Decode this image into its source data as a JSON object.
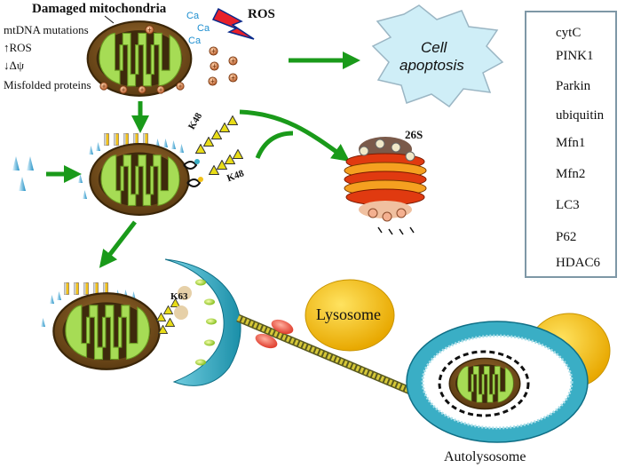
{
  "title": "Damaged mitochondria",
  "triggers": [
    "mtDNA mutations",
    "ROS",
    "Δψ",
    "Misfolded proteins"
  ],
  "ros_label": "ROS",
  "ca_label": "Ca",
  "apoptosis_label": [
    "Cell",
    "apoptosis"
  ],
  "proteasome_label": "26S",
  "k48_label": "K48",
  "k63_label": "K63",
  "lysosome_label": "Lysosome",
  "autolysosome_label": "Autolysosome",
  "legend": [
    {
      "label": "cytC",
      "icon": "cytc-icon"
    },
    {
      "label": "PINK1",
      "icon": "pink1-icon"
    },
    {
      "label": "Parkin",
      "icon": "parkin-icon"
    },
    {
      "label": "ubiquitin",
      "icon": "ubiquitin-icon"
    },
    {
      "label": "Mfn1",
      "icon": "mfn1-icon"
    },
    {
      "label": "Mfn2",
      "icon": "mfn2-icon"
    },
    {
      "label": "LC3",
      "icon": "lc3-icon"
    },
    {
      "label": "P62",
      "icon": "p62-icon"
    },
    {
      "label": "HDAC6",
      "icon": "hdac6-icon"
    }
  ],
  "colors": {
    "arrow": "#1a9a1a",
    "mito_outer": "#6b4a1d",
    "mito_inner": "#9bd44a",
    "phagophore": "#3aaec5",
    "lysosome": "#f4c20d",
    "legend_border": "#7e97a6",
    "apoptosis_cloud": "#cfeef7"
  }
}
